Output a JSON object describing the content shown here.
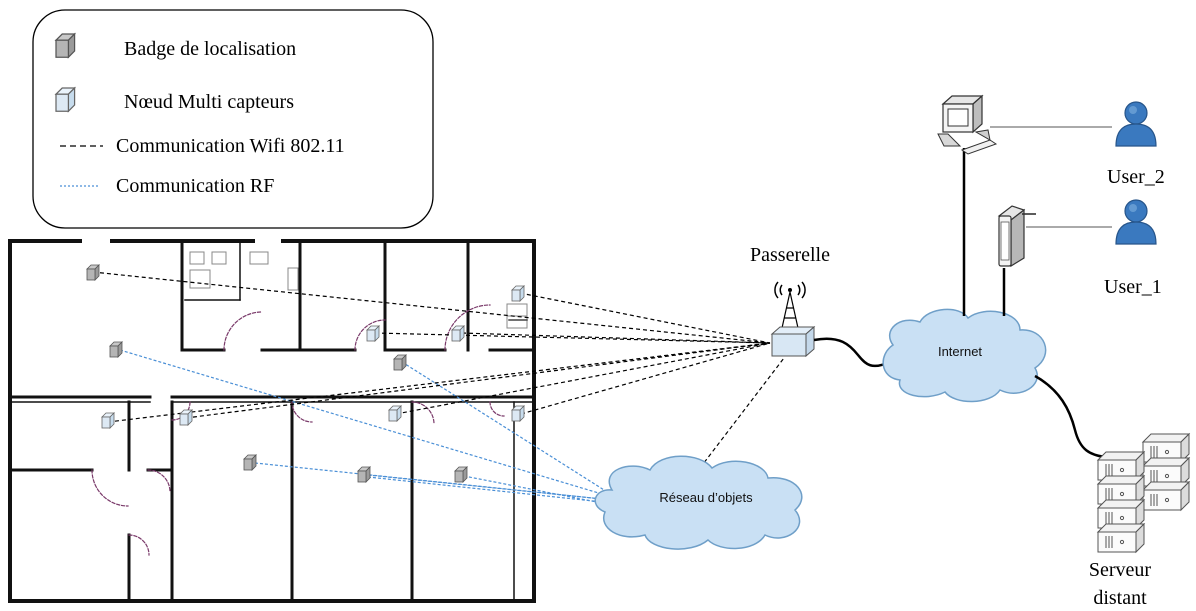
{
  "legend": {
    "badge_label": "Badge de localisation",
    "node_label": "Nœud Multi capteurs",
    "wifi_label": "Communication Wifi 802.11",
    "rf_label": "Communication RF"
  },
  "nodes": {
    "gateway_label": "Passerelle",
    "internet_label": "Internet",
    "object_network_label": "Réseau d’objets",
    "user2_label": "User_2",
    "user1_label": "User_1",
    "server_label_line1": "Serveur",
    "server_label_line2": "distant"
  },
  "colors": {
    "wifi_link": "#000000",
    "rf_link": "#4a8fd6",
    "cloud_fill": "#c9e0f4",
    "cloud_stroke": "#6f9fc8",
    "user_fill": "#3a79bf",
    "door_arc": "#7a3a6a"
  },
  "icons": {
    "badge": "badge-cube-icon",
    "node": "sensor-node-cube-icon",
    "gateway": "wireless-gateway-icon",
    "desktop": "desktop-computer-icon",
    "tablet": "tablet-icon",
    "user": "user-icon",
    "server": "server-rack-icon",
    "cloud": "cloud-icon"
  }
}
